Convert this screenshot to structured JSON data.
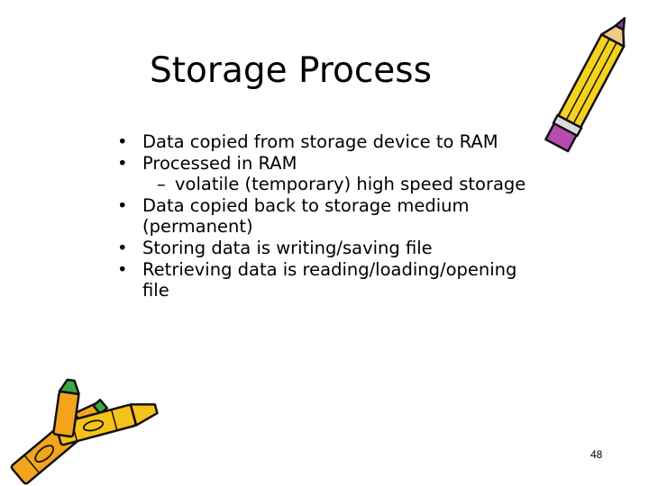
{
  "slide": {
    "title": "Storage Process",
    "bullets": [
      {
        "text": "Data copied from storage device to RAM"
      },
      {
        "text": "Processed in RAM"
      },
      {
        "text": "volatile (temporary) high speed storage",
        "level": 2
      },
      {
        "lines": [
          "Data copied back to storage medium",
          "(permanent)"
        ]
      },
      {
        "text": "Storing data is writing/saving file"
      },
      {
        "lines": [
          "Retrieving data is reading/loading/opening",
          "file"
        ]
      }
    ],
    "bullet_symbol": "•",
    "sub_bullet_symbol": "–",
    "page_number": "48"
  },
  "clipart": {
    "top_right": "pencil-icon",
    "bottom_left": "crayon-icon",
    "colors": {
      "pencil_body": "#f5d21e",
      "pencil_outline": "#111111",
      "crayon_orange": "#f2a51a",
      "crayon_green": "#3aa845",
      "tip": "#7a3fa0"
    }
  }
}
